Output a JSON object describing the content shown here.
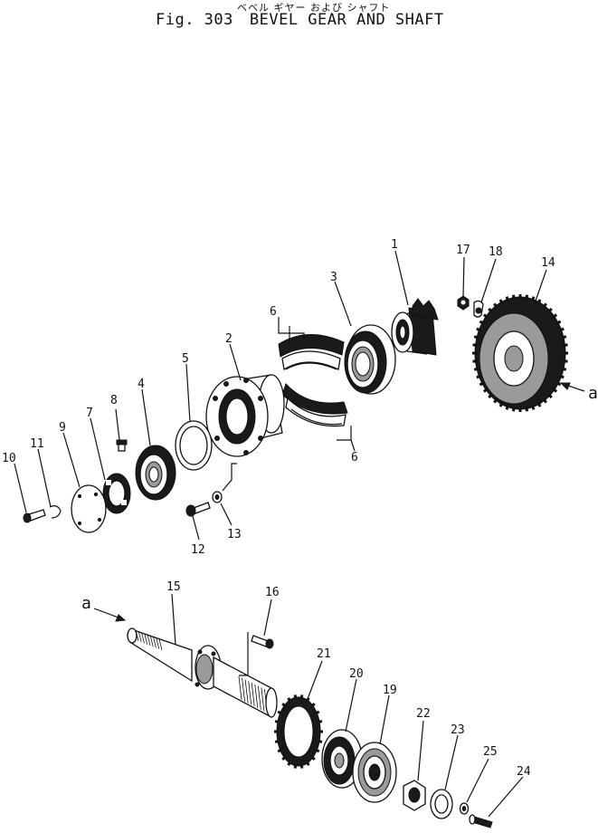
{
  "header": {
    "japanese": "ベベル ギヤー および シャフト",
    "fig": "Fig. 303",
    "title": "BEVEL GEAR AND SHAFT"
  },
  "callouts": {
    "c1": "1",
    "c2": "2",
    "c3": "3",
    "c4": "4",
    "c5": "5",
    "c6a": "6",
    "c6b": "6",
    "c7": "7",
    "c8": "8",
    "c9": "9",
    "c10": "10",
    "c11": "11",
    "c12": "12",
    "c13": "13",
    "c14": "14",
    "c15": "15",
    "c16": "16",
    "c17": "17",
    "c18": "18",
    "c19": "19",
    "c20": "20",
    "c21": "21",
    "c22": "22",
    "c23": "23",
    "c24": "24",
    "c25": "25"
  },
  "reference": {
    "a_upper": "a",
    "a_lower": "a"
  }
}
